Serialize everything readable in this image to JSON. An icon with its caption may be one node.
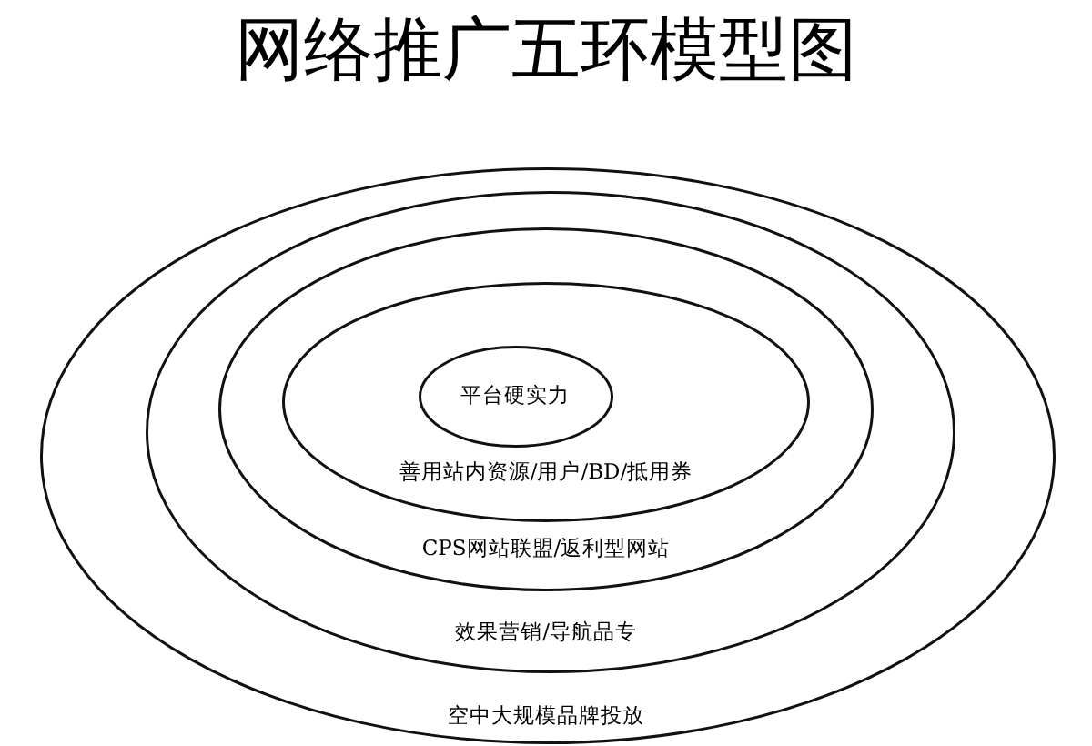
{
  "diagram": {
    "title": "网络推广五环模型图",
    "nodes": [
      {
        "text": [
          "空中大规模品牌投放"
        ]
      },
      {
        "text": [
          "效果营销/导航品专"
        ],
        "in": 0
      },
      {
        "text": [
          "CPS网站联盟/返利型网站"
        ],
        "in": 1
      },
      {
        "text": [
          "善用站内资源/用户/BD/抵用券"
        ],
        "in": 2
      },
      {
        "text": [
          "平台硬实力"
        ],
        "in": 3
      }
    ]
  }
}
